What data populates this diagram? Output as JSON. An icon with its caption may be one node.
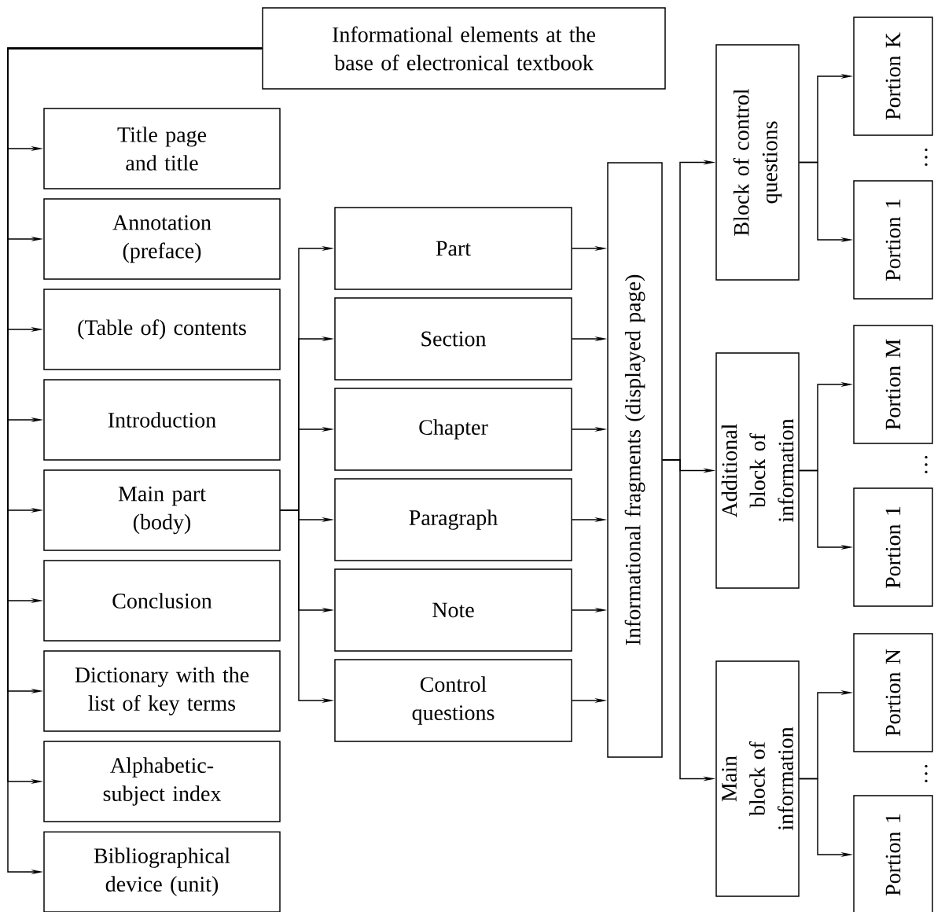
{
  "diagram": {
    "nodes": [
      {
        "text": [
          "Informational elements at the base of electronical textbook"
        ]
      },
      {
        "text": [
          "Title page and title"
        ]
      },
      {
        "text": [
          "Annotation (preface)"
        ]
      },
      {
        "text": [
          "(Table of) contents"
        ]
      },
      {
        "text": [
          "Introduction"
        ]
      },
      {
        "text": [
          "Main part (body)"
        ]
      },
      {
        "text": [
          "Conclusion"
        ]
      },
      {
        "text": [
          "Dictionary with the list of key terms"
        ]
      },
      {
        "text": [
          "Alphabetic-subject index"
        ]
      },
      {
        "text": [
          "Bibliographical device (unit)"
        ]
      },
      {
        "text": [
          "Part"
        ]
      },
      {
        "text": [
          "Section"
        ]
      },
      {
        "text": [
          "Chapter"
        ]
      },
      {
        "text": [
          "Paragraph"
        ]
      },
      {
        "text": [
          "Note"
        ]
      },
      {
        "text": [
          "Control questions"
        ]
      },
      {
        "text": [
          "Informational fragments (displayed page)"
        ]
      },
      {
        "text": [
          "Block of control questions"
        ]
      },
      {
        "text": [
          "Additional block of information"
        ]
      },
      {
        "text": [
          "Main block of information"
        ]
      },
      {
        "text": [
          "Portion K"
        ]
      },
      {
        "text": [
          "Portion 1"
        ]
      },
      {
        "text": [
          "Portion M"
        ]
      },
      {
        "text": [
          "Portion 1"
        ]
      },
      {
        "text": [
          "Portion N"
        ]
      },
      {
        "text": [
          "Portion 1"
        ]
      }
    ],
    "edges": [
      {
        "from": 0,
        "to": 1,
        "arrow": "to"
      },
      {
        "from": 0,
        "to": 2,
        "arrow": "to"
      },
      {
        "from": 0,
        "to": 3,
        "arrow": "to"
      },
      {
        "from": 0,
        "to": 4,
        "arrow": "to"
      },
      {
        "from": 0,
        "to": 5,
        "arrow": "to"
      },
      {
        "from": 0,
        "to": 6,
        "arrow": "to"
      },
      {
        "from": 0,
        "to": 7,
        "arrow": "to"
      },
      {
        "from": 0,
        "to": 8,
        "arrow": "to"
      },
      {
        "from": 0,
        "to": 9,
        "arrow": "to"
      },
      {
        "from": 5,
        "to": 10,
        "arrow": "to"
      },
      {
        "from": 5,
        "to": 11,
        "arrow": "to"
      },
      {
        "from": 5,
        "to": 12,
        "arrow": "to"
      },
      {
        "from": 5,
        "to": 13,
        "arrow": "to"
      },
      {
        "from": 5,
        "to": 14,
        "arrow": "to"
      },
      {
        "from": 5,
        "to": 15,
        "arrow": "to"
      },
      {
        "from": 10,
        "to": 16,
        "arrow": "to"
      },
      {
        "from": 11,
        "to": 16,
        "arrow": "to"
      },
      {
        "from": 12,
        "to": 16,
        "arrow": "to"
      },
      {
        "from": 13,
        "to": 16,
        "arrow": "to"
      },
      {
        "from": 14,
        "to": 16,
        "arrow": "to"
      },
      {
        "from": 15,
        "to": 16,
        "arrow": "to"
      },
      {
        "from": 16,
        "to": 17,
        "arrow": "to"
      },
      {
        "from": 16,
        "to": 18,
        "arrow": "to"
      },
      {
        "from": 16,
        "to": 19,
        "arrow": "to"
      },
      {
        "from": 17,
        "to": 20,
        "arrow": "to"
      },
      {
        "from": 17,
        "to": 21,
        "arrow": "to"
      },
      {
        "from": 18,
        "to": 22,
        "arrow": "to"
      },
      {
        "from": 18,
        "to": 23,
        "arrow": "to"
      },
      {
        "from": 19,
        "to": 24,
        "arrow": "to"
      },
      {
        "from": 19,
        "to": 25,
        "arrow": "to"
      }
    ],
    "labels": [
      "…",
      "…",
      "…"
    ]
  }
}
